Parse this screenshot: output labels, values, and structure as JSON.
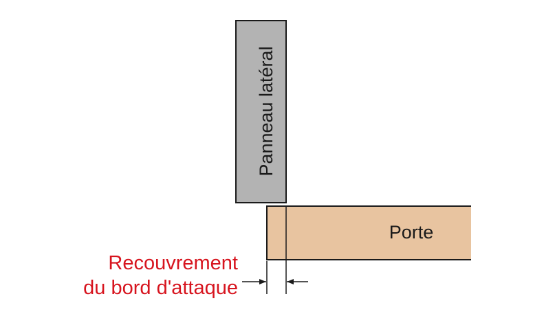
{
  "diagram": {
    "side_panel": {
      "label": "Panneau latéral",
      "fill": "#b3b3b3",
      "stroke": "#1a1a1a"
    },
    "door": {
      "label": "Porte",
      "fill": "#e8c4a0",
      "stroke": "#1a1a1a"
    },
    "overlay": {
      "label_line1": "Recouvrement",
      "label_line2": "du bord d'attaque",
      "color": "#d7141e"
    }
  }
}
